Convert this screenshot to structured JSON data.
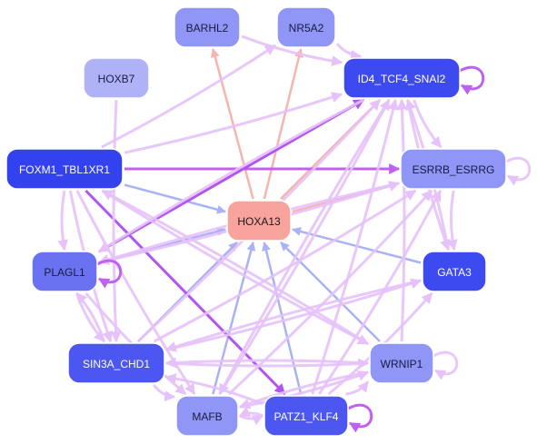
{
  "center_node": "HOXA13",
  "nodes": [
    {
      "id": "BARHL2",
      "label": "BARHL2",
      "fill": "#8f96f5",
      "text": "#1a1a40"
    },
    {
      "id": "NR5A2",
      "label": "NR5A2",
      "fill": "#8f96f5",
      "text": "#1a1a40"
    },
    {
      "id": "HOXB7",
      "label": "HOXB7",
      "fill": "#aeb3f7",
      "text": "#1a1a40"
    },
    {
      "id": "ID4_TCF4_SNAI2",
      "label": "ID4_TCF4_SNAI2",
      "fill": "#3d4af0",
      "text": "#ffffff"
    },
    {
      "id": "FOXM1_TBL1XR1",
      "label": "FOXM1_TBL1XR1",
      "fill": "#3342ee",
      "text": "#ffffff"
    },
    {
      "id": "ESRRB_ESRRG",
      "label": "ESRRB_ESRRG",
      "fill": "#8f96f5",
      "text": "#1a1a40"
    },
    {
      "id": "HOXA13",
      "label": "HOXA13",
      "fill": "#f8a39c",
      "text": "#1a1a1a"
    },
    {
      "id": "PLAGL1",
      "label": "PLAGL1",
      "fill": "#6a72f2",
      "text": "#1a1a40"
    },
    {
      "id": "GATA3",
      "label": "GATA3",
      "fill": "#3d4af0",
      "text": "#ffffff"
    },
    {
      "id": "SIN3A_CHD1",
      "label": "SIN3A_CHD1",
      "fill": "#4b57f0",
      "text": "#ffffff"
    },
    {
      "id": "WRNIP1",
      "label": "WRNIP1",
      "fill": "#8f96f5",
      "text": "#1a1a40"
    },
    {
      "id": "MAFB",
      "label": "MAFB",
      "fill": "#8f96f5",
      "text": "#1a1a40"
    },
    {
      "id": "PATZ1_KLF4",
      "label": "PATZ1_KLF4",
      "fill": "#4b57f0",
      "text": "#ffffff"
    }
  ],
  "edge_colors": {
    "salmon": "#f8b4ae",
    "lightblue": "#a9b2f5",
    "lilac": "#e6c1fa",
    "purple": "#c060f0",
    "violet": "#b255f0"
  },
  "edges": [
    {
      "from": "HOXA13",
      "to": "BARHL2",
      "color": "salmon"
    },
    {
      "from": "HOXA13",
      "to": "NR5A2",
      "color": "salmon"
    },
    {
      "from": "HOXA13",
      "to": "ID4_TCF4_SNAI2",
      "color": "salmon"
    },
    {
      "from": "HOXA13",
      "to": "ESRRB_ESRRG",
      "color": "salmon"
    },
    {
      "from": "FOXM1_TBL1XR1",
      "to": "HOXA13",
      "color": "lightblue"
    },
    {
      "from": "PLAGL1",
      "to": "HOXA13",
      "color": "lightblue"
    },
    {
      "from": "GATA3",
      "to": "HOXA13",
      "color": "lightblue"
    },
    {
      "from": "SIN3A_CHD1",
      "to": "HOXA13",
      "color": "lightblue"
    },
    {
      "from": "MAFB",
      "to": "HOXA13",
      "color": "lightblue"
    },
    {
      "from": "PATZ1_KLF4",
      "to": "HOXA13",
      "color": "lightblue"
    },
    {
      "from": "WRNIP1",
      "to": "HOXA13",
      "color": "lightblue"
    },
    {
      "from": "FOXM1_TBL1XR1",
      "to": "ESRRB_ESRRG",
      "color": "purple"
    },
    {
      "from": "FOXM1_TBL1XR1",
      "to": "PATZ1_KLF4",
      "color": "violet"
    },
    {
      "from": "PLAGL1",
      "to": "ID4_TCF4_SNAI2",
      "color": "violet"
    },
    {
      "from": "FOXM1_TBL1XR1",
      "to": "MAFB",
      "color": "lilac"
    },
    {
      "from": "FOXM1_TBL1XR1",
      "to": "SIN3A_CHD1",
      "color": "lilac"
    },
    {
      "from": "FOXM1_TBL1XR1",
      "to": "PLAGL1",
      "color": "lilac"
    },
    {
      "from": "FOXM1_TBL1XR1",
      "to": "WRNIP1",
      "color": "lilac"
    },
    {
      "from": "PLAGL1",
      "to": "MAFB",
      "color": "lilac"
    },
    {
      "from": "PLAGL1",
      "to": "SIN3A_CHD1",
      "color": "lilac"
    },
    {
      "from": "PLAGL1",
      "to": "ESRRB_ESRRG",
      "color": "lilac"
    },
    {
      "from": "SIN3A_CHD1",
      "to": "ID4_TCF4_SNAI2",
      "color": "lilac"
    },
    {
      "from": "SIN3A_CHD1",
      "to": "ESRRB_ESRRG",
      "color": "lilac"
    },
    {
      "from": "SIN3A_CHD1",
      "to": "WRNIP1",
      "color": "lilac"
    },
    {
      "from": "SIN3A_CHD1",
      "to": "GATA3",
      "color": "lilac"
    },
    {
      "from": "SIN3A_CHD1",
      "to": "MAFB",
      "color": "lilac"
    },
    {
      "from": "MAFB",
      "to": "ID4_TCF4_SNAI2",
      "color": "lilac"
    },
    {
      "from": "MAFB",
      "to": "ESRRB_ESRRG",
      "color": "lilac"
    },
    {
      "from": "MAFB",
      "to": "WRNIP1",
      "color": "lilac"
    },
    {
      "from": "MAFB",
      "to": "PATZ1_KLF4",
      "color": "lilac"
    },
    {
      "from": "PATZ1_KLF4",
      "to": "ID4_TCF4_SNAI2",
      "color": "lilac"
    },
    {
      "from": "PATZ1_KLF4",
      "to": "ESRRB_ESRRG",
      "color": "lilac"
    },
    {
      "from": "PATZ1_KLF4",
      "to": "GATA3",
      "color": "lilac"
    },
    {
      "from": "PATZ1_KLF4",
      "to": "WRNIP1",
      "color": "lilac"
    },
    {
      "from": "PATZ1_KLF4",
      "to": "MAFB",
      "color": "lilac"
    },
    {
      "from": "PATZ1_KLF4",
      "to": "SIN3A_CHD1",
      "color": "lilac"
    },
    {
      "from": "WRNIP1",
      "to": "ID4_TCF4_SNAI2",
      "color": "lilac"
    },
    {
      "from": "WRNIP1",
      "to": "FOXM1_TBL1XR1",
      "color": "lilac"
    },
    {
      "from": "WRNIP1",
      "to": "SIN3A_CHD1",
      "color": "lilac"
    },
    {
      "from": "WRNIP1",
      "to": "MAFB",
      "color": "lilac"
    },
    {
      "from": "GATA3",
      "to": "ID4_TCF4_SNAI2",
      "color": "lilac"
    },
    {
      "from": "GATA3",
      "to": "SIN3A_CHD1",
      "color": "lilac"
    },
    {
      "from": "ESRRB_ESRRG",
      "to": "GATA3",
      "color": "lilac"
    },
    {
      "from": "ESRRB_ESRRG",
      "to": "PLAGL1",
      "color": "lilac"
    },
    {
      "from": "ID4_TCF4_SNAI2",
      "to": "ESRRB_ESRRG",
      "color": "lilac"
    },
    {
      "from": "ID4_TCF4_SNAI2",
      "to": "PLAGL1",
      "color": "lilac"
    },
    {
      "from": "ID4_TCF4_SNAI2",
      "to": "MAFB",
      "color": "lilac"
    },
    {
      "from": "ID4_TCF4_SNAI2",
      "to": "GATA3",
      "color": "lilac"
    },
    {
      "from": "BARHL2",
      "to": "ID4_TCF4_SNAI2",
      "color": "lilac"
    },
    {
      "from": "NR5A2",
      "to": "ID4_TCF4_SNAI2",
      "color": "lilac"
    },
    {
      "from": "HOXB7",
      "to": "SIN3A_CHD1",
      "color": "lilac"
    },
    {
      "from": "FOXM1_TBL1XR1",
      "to": "NR5A2",
      "color": "lilac"
    },
    {
      "from": "FOXM1_TBL1XR1",
      "to": "ID4_TCF4_SNAI2",
      "color": "lilac"
    },
    {
      "from": "SIN3A_CHD1",
      "to": "PLAGL1",
      "color": "lilac"
    },
    {
      "from": "ID4_TCF4_SNAI2",
      "to": "ID4_TCF4_SNAI2",
      "color": "purple"
    },
    {
      "from": "ESRRB_ESRRG",
      "to": "ESRRB_ESRRG",
      "color": "lilac"
    },
    {
      "from": "WRNIP1",
      "to": "WRNIP1",
      "color": "lilac"
    },
    {
      "from": "PATZ1_KLF4",
      "to": "PATZ1_KLF4",
      "color": "purple"
    },
    {
      "from": "PLAGL1",
      "to": "PLAGL1",
      "color": "purple"
    }
  ]
}
